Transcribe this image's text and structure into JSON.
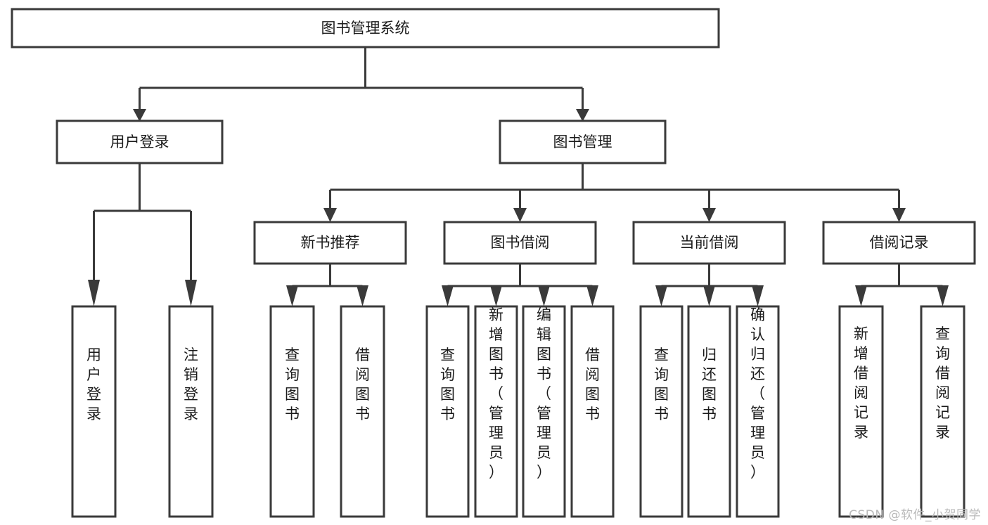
{
  "diagram": {
    "type": "tree-hierarchy-chart",
    "title": "图书管理系统",
    "orientation": "top-down",
    "colors": {
      "box_fill": "#ffffff",
      "box_stroke": "#3a3a3a",
      "connector": "#3a3a3a",
      "text": "#1a1a1a",
      "background": "#ffffff",
      "watermark": "#b9b9b9"
    },
    "levels": {
      "level1": {
        "label": "图书管理系统"
      },
      "level2": [
        {
          "label": "用户登录"
        },
        {
          "label": "图书管理"
        }
      ],
      "level3": [
        {
          "label": "新书推荐"
        },
        {
          "label": "图书借阅"
        },
        {
          "label": "当前借阅"
        },
        {
          "label": "借阅记录"
        }
      ],
      "level4": {
        "user_login_children": [
          {
            "label": "用户登录"
          },
          {
            "label": "注销登录"
          }
        ],
        "new_book_children": [
          {
            "label": "查询图书"
          },
          {
            "label": "借阅图书"
          }
        ],
        "borrow_children": [
          {
            "label": "查询图书"
          },
          {
            "label": "新增图书（管理员）"
          },
          {
            "label": "编辑图书（管理员）"
          },
          {
            "label": "借阅图书"
          }
        ],
        "current_children": [
          {
            "label": "查询图书"
          },
          {
            "label": "归还图书"
          },
          {
            "label": "确认归还（管理员）"
          }
        ],
        "record_children": [
          {
            "label": "新增借阅记录"
          },
          {
            "label": "查询借阅记录"
          }
        ]
      }
    }
  },
  "watermark": {
    "text": "CSDN @软件_小贺同学"
  }
}
